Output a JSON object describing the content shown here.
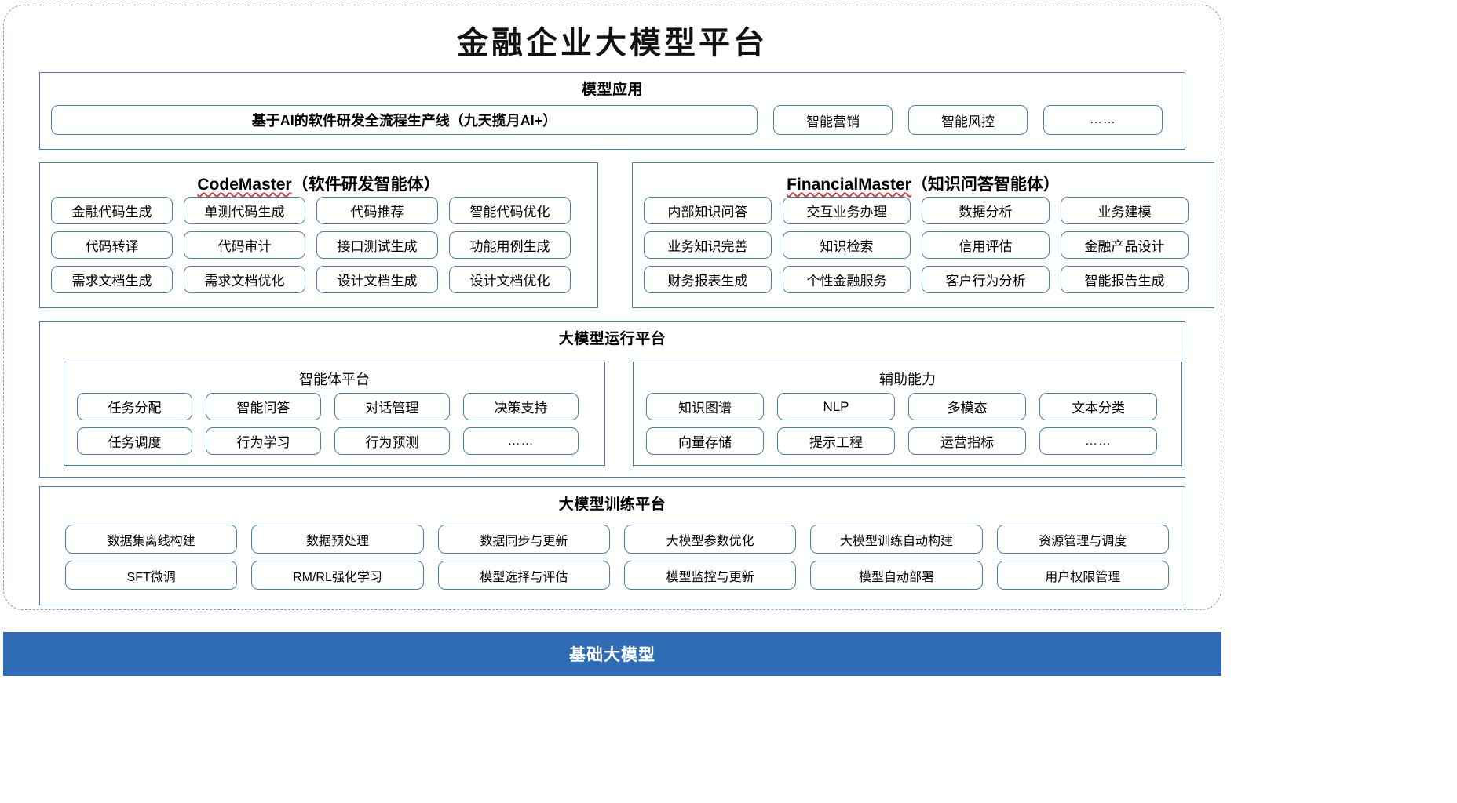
{
  "page": {
    "title": "金融企业大模型平台",
    "accent_blue": "#4a7ebb",
    "footer_blue": "#2f6cb5",
    "spellcheck_red": "#d83b3b"
  },
  "model_application": {
    "title": "模型应用",
    "chips": [
      "基于AI的软件研发全流程生产线（九天揽月AI+）",
      "智能营销",
      "智能风控",
      "……"
    ]
  },
  "agents": [
    {
      "name": "CodeMaster",
      "suffix": "（软件研发智能体）",
      "spellchecked": true,
      "rows": [
        [
          "金融代码生成",
          "单测代码生成",
          "代码推荐",
          "智能代码优化"
        ],
        [
          "代码转译",
          "代码审计",
          "接口测试生成",
          "功能用例生成"
        ],
        [
          "需求文档生成",
          "需求文档优化",
          "设计文档生成",
          "设计文档优化"
        ]
      ]
    },
    {
      "name": "FinancialMaster",
      "suffix": "（知识问答智能体）",
      "spellchecked": true,
      "rows": [
        [
          "内部知识问答",
          "交互业务办理",
          "数据分析",
          "业务建模"
        ],
        [
          "业务知识完善",
          "知识检索",
          "信用评估",
          "金融产品设计"
        ],
        [
          "财务报表生成",
          "个性金融服务",
          "客户行为分析",
          "智能报告生成"
        ]
      ]
    }
  ],
  "runtime_platform": {
    "title": "大模型运行平台",
    "subsections": [
      {
        "title": "智能体平台",
        "rows": [
          [
            "任务分配",
            "智能问答",
            "对话管理",
            "决策支持"
          ],
          [
            "任务调度",
            "行为学习",
            "行为预测",
            "……"
          ]
        ]
      },
      {
        "title": "辅助能力",
        "rows": [
          [
            "知识图谱",
            "NLP",
            "多模态",
            "文本分类"
          ],
          [
            "向量存储",
            "提示工程",
            "运营指标",
            "……"
          ]
        ]
      }
    ]
  },
  "training_platform": {
    "title": "大模型训练平台",
    "rows": [
      [
        "数据集离线构建",
        "数据预处理",
        "数据同步与更新",
        "大模型参数优化",
        "大模型训练自动构建",
        "资源管理与调度"
      ],
      [
        "SFT微调",
        "RM/RL强化学习",
        "模型选择与评估",
        "模型监控与更新",
        "模型自动部署",
        "用户权限管理"
      ]
    ]
  },
  "foundation": {
    "label": "基础大模型"
  }
}
